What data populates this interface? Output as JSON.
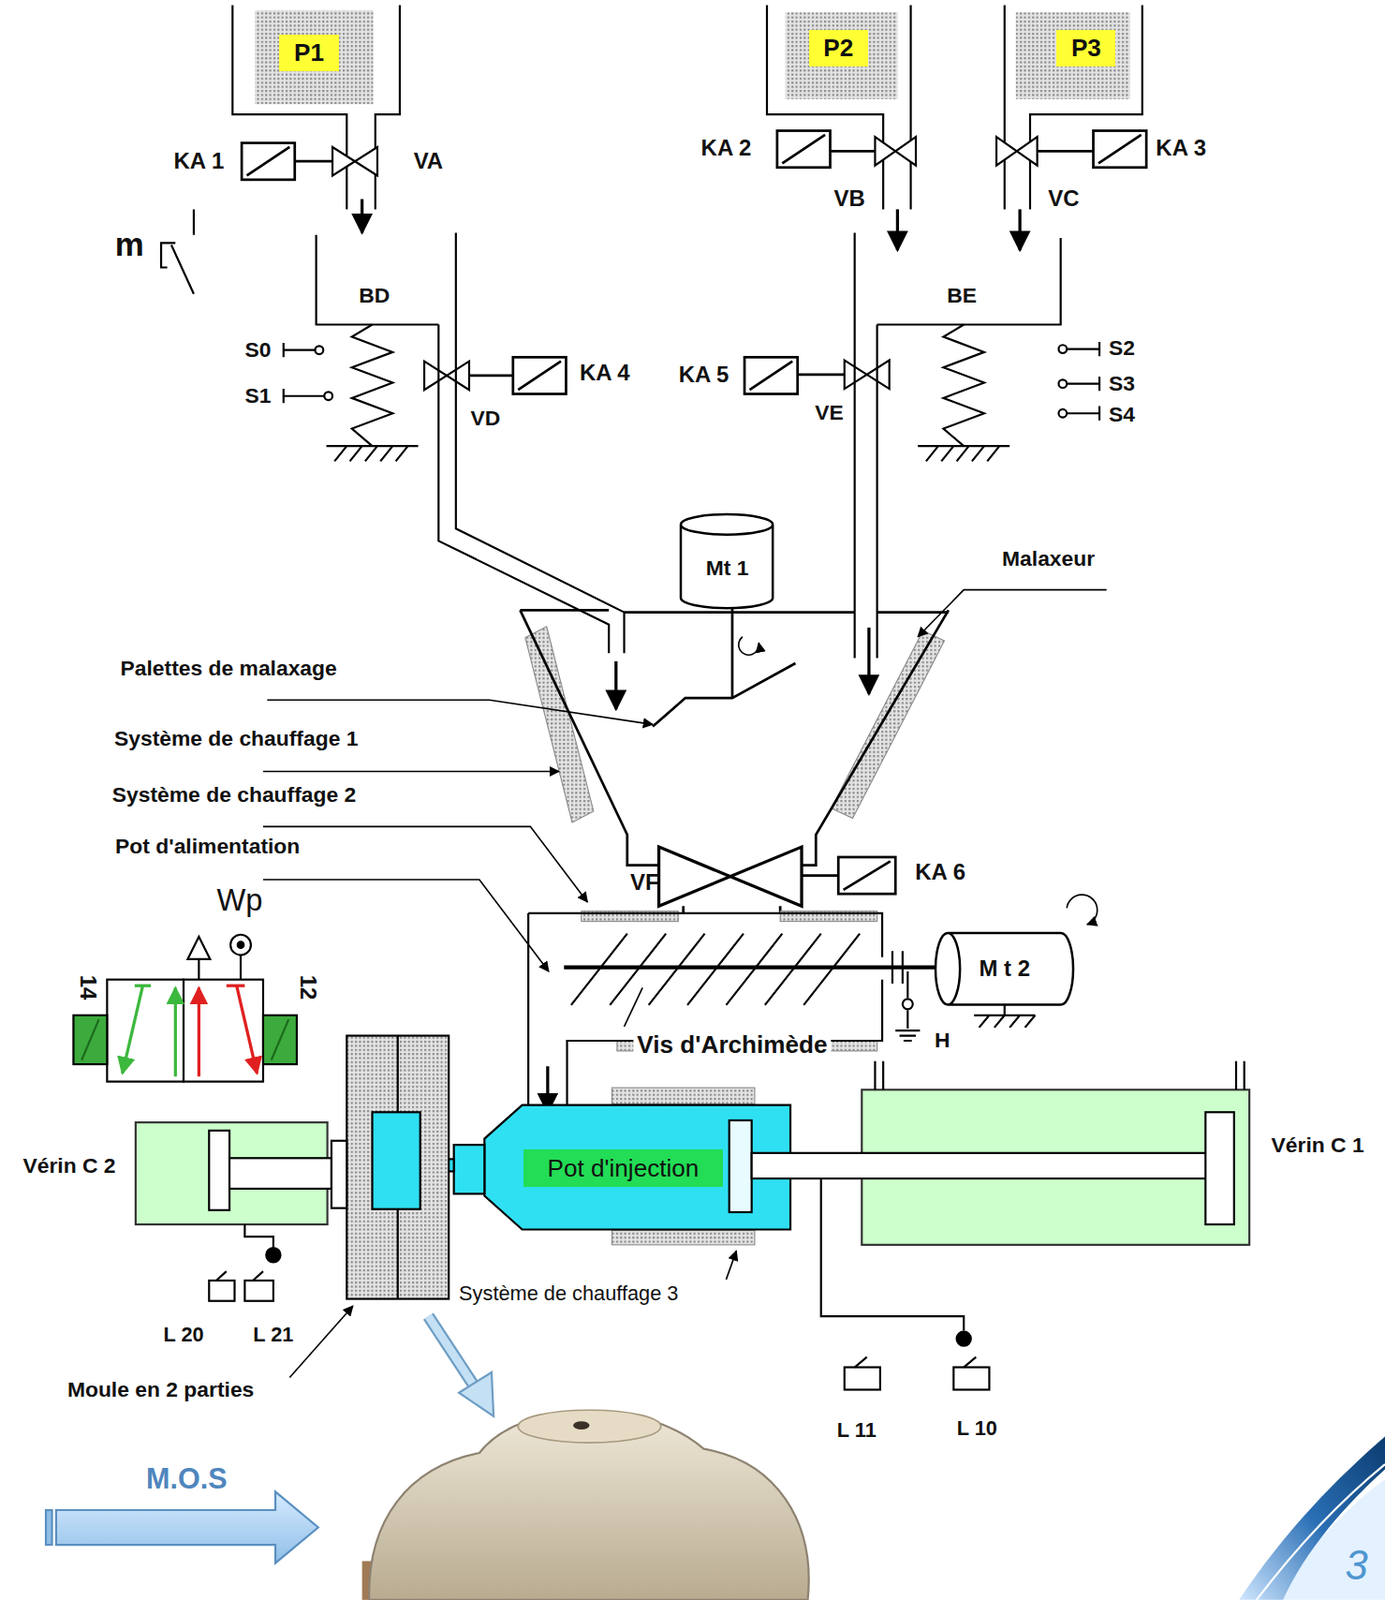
{
  "diagram": {
    "nodes": [
      {
        "text": [
          "P1"
        ]
      },
      {
        "text": [
          "P2"
        ]
      },
      {
        "text": [
          "P3"
        ]
      },
      {
        "text": [
          "Mt 1"
        ]
      },
      {
        "text": [
          "M t 2"
        ]
      },
      {
        "text": [
          "Pot d'injection"
        ]
      }
    ],
    "labels": [
      "KA 1",
      "VA",
      "m",
      "KA 2",
      "VB",
      "KA 3",
      "VC",
      "BD",
      "BE",
      "S0",
      "S1",
      "KA 4",
      "VD",
      "KA 5",
      "VE",
      "S2",
      "S3",
      "S4",
      "Malaxeur",
      "Palettes de malaxage",
      "Système de chauffage 1",
      "Système de chauffage 2",
      "Pot d'alimentation",
      "VF",
      "KA 6",
      "Wp",
      "14",
      "12",
      "Vis d'Archimède",
      "H",
      "Vérin C 2",
      "Vérin C 1",
      "L 20",
      "L 21",
      "Système de chauffage 3",
      "Moule en 2 parties",
      "L 11",
      "L 10",
      "M.O.S",
      "3"
    ]
  }
}
